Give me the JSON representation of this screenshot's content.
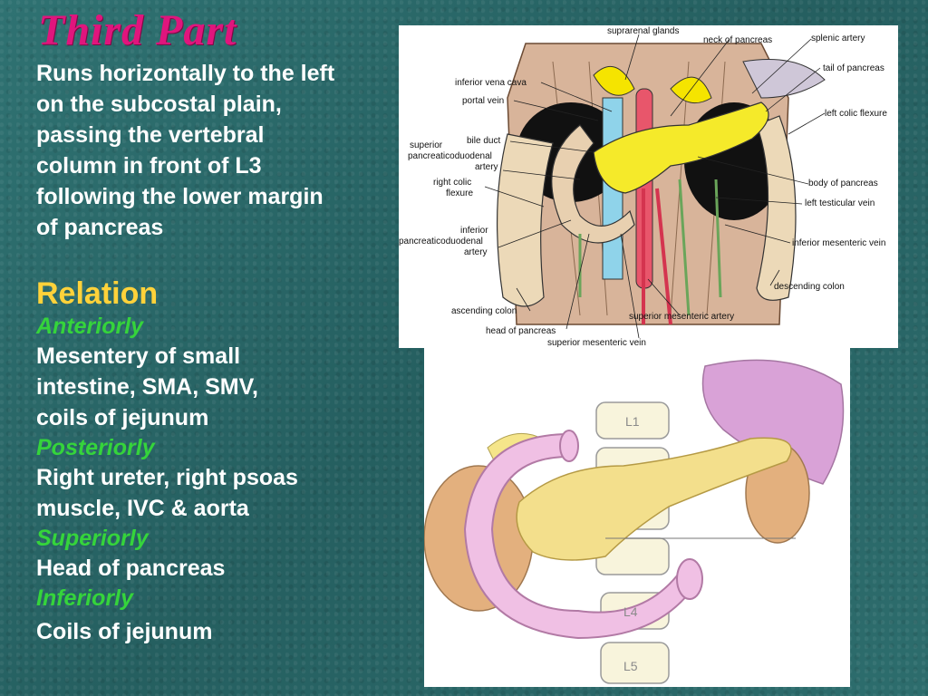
{
  "slide": {
    "title": "Third Part",
    "intro_lines": [
      "Runs horizontally to the left",
      "on the subcostal plain,",
      "passing the vertebral",
      "column in front of L3",
      "following the lower margin",
      "of pancreas"
    ],
    "relation_heading": "Relation",
    "relations": [
      {
        "direction": "Anteriorly",
        "lines": [
          "Mesentery of small",
          "intestine, SMA, SMV,",
          "coils of jejunum"
        ]
      },
      {
        "direction": "Posteriorly",
        "lines": [
          "Right ureter, right psoas",
          "muscle, IVC & aorta"
        ]
      },
      {
        "direction": "Superiorly",
        "lines": [
          "Head of pancreas"
        ]
      },
      {
        "direction": "Inferiorly",
        "lines": [
          "Coils of jejunum"
        ]
      }
    ]
  },
  "diagram_top": {
    "labels": {
      "suprarenal_glands": "suprarenal glands",
      "neck_of_pancreas": "neck of pancreas",
      "splenic_artery": "splenic artery",
      "inferior_vena_cava": "inferior vena cava",
      "tail_of_pancreas": "tail of pancreas",
      "portal_vein": "portal vein",
      "left_colic_flexure": "left colic flexure",
      "superior_pd_artery_1": "superior",
      "superior_pd_artery_2": "pancreaticoduodenal",
      "superior_pd_artery_3": "artery",
      "bile_duct": "bile duct",
      "right_colic_flexure_1": "right colic",
      "right_colic_flexure_2": "flexure",
      "body_of_pancreas": "body of pancreas",
      "left_testicular_vein": "left testicular vein",
      "inferior_pd_artery_1": "inferior",
      "inferior_pd_artery_2": "pancreaticoduodenal",
      "inferior_pd_artery_3": "artery",
      "inferior_mesenteric_vein": "inferior mesenteric vein",
      "descending_colon": "descending colon",
      "ascending_colon": "ascending colon",
      "superior_mesenteric_artery": "superior mesenteric artery",
      "head_of_pancreas": "head of pancreas",
      "superior_mesenteric_vein": "superior mesenteric vein"
    }
  },
  "diagram_bottom": {
    "vertebra_labels": [
      "L1",
      "L4",
      "L5"
    ]
  },
  "colors": {
    "background": "#2b6b6b",
    "title": "#e0157d",
    "heading": "#ffd23a",
    "subheading": "#35d43b",
    "body": "#ffffff"
  }
}
